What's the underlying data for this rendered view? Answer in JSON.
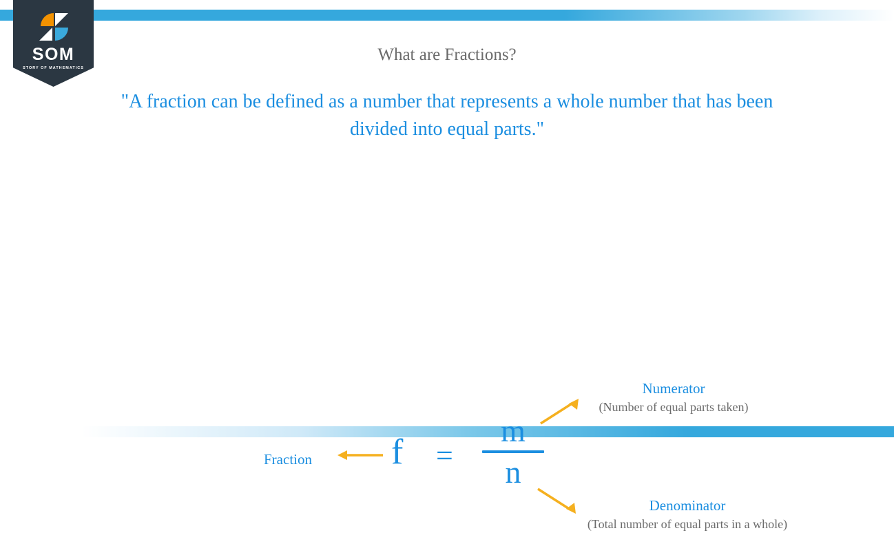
{
  "brand": {
    "name": "SOM",
    "tagline": "STORY OF MATHEMATICS",
    "logo_icon": "som-pinwheel-logo",
    "navy": "#2b3742",
    "orange": "#f39200",
    "blue": "#3aa9dc"
  },
  "decor": {
    "stripe_color": "#35a8dd",
    "top_stripe_icon": "top-accent-stripe",
    "bottom_stripe_icon": "bottom-accent-stripe"
  },
  "slide": {
    "title": "What are Fractions?",
    "definition": "\"A fraction can be defined as a number that represents a whole number that has been divided into equal parts.\"",
    "title_color": "#6b6b6b",
    "definition_color": "#1b8ee0"
  },
  "formula": {
    "fraction_label": "Fraction",
    "variable": "f",
    "equals": "=",
    "numerator_symbol": "m",
    "denominator_symbol": "n",
    "color": "#1b8ee0",
    "arrow_color": "#f5b01f"
  },
  "annotations": [
    {
      "title": "Numerator",
      "description": "(Number of equal parts taken)",
      "arrow_icon": "arrow-up-right-icon"
    },
    {
      "title": "Denominator",
      "description": "(Total number of equal parts in a whole)",
      "arrow_icon": "arrow-down-right-icon"
    }
  ],
  "fraction_arrow_icon": "arrow-left-icon"
}
